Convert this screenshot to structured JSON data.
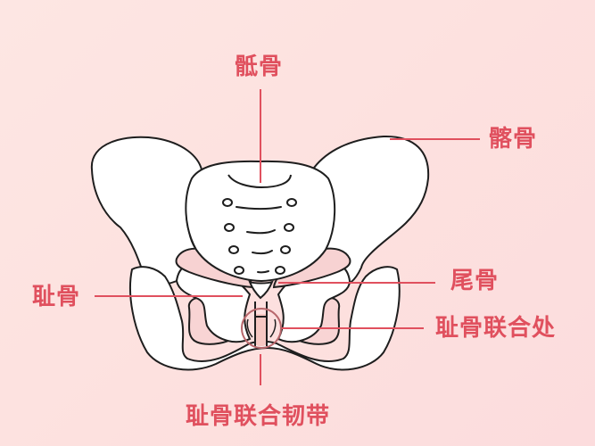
{
  "diagram": {
    "subject": "pelvis anatomy",
    "accent_color": "#e0505e",
    "outline_color": "#1e1e1e",
    "bone_fill": "#ffffff",
    "shadow_fill": "#f8d3d3",
    "labels": {
      "sacrum": "骶骨",
      "ilium": "髂骨",
      "pubis": "耻骨",
      "coccyx": "尾骨",
      "pubic_symphysis": "耻骨联合处",
      "pubic_symphysis_ligament": "耻骨联合韧带"
    }
  }
}
